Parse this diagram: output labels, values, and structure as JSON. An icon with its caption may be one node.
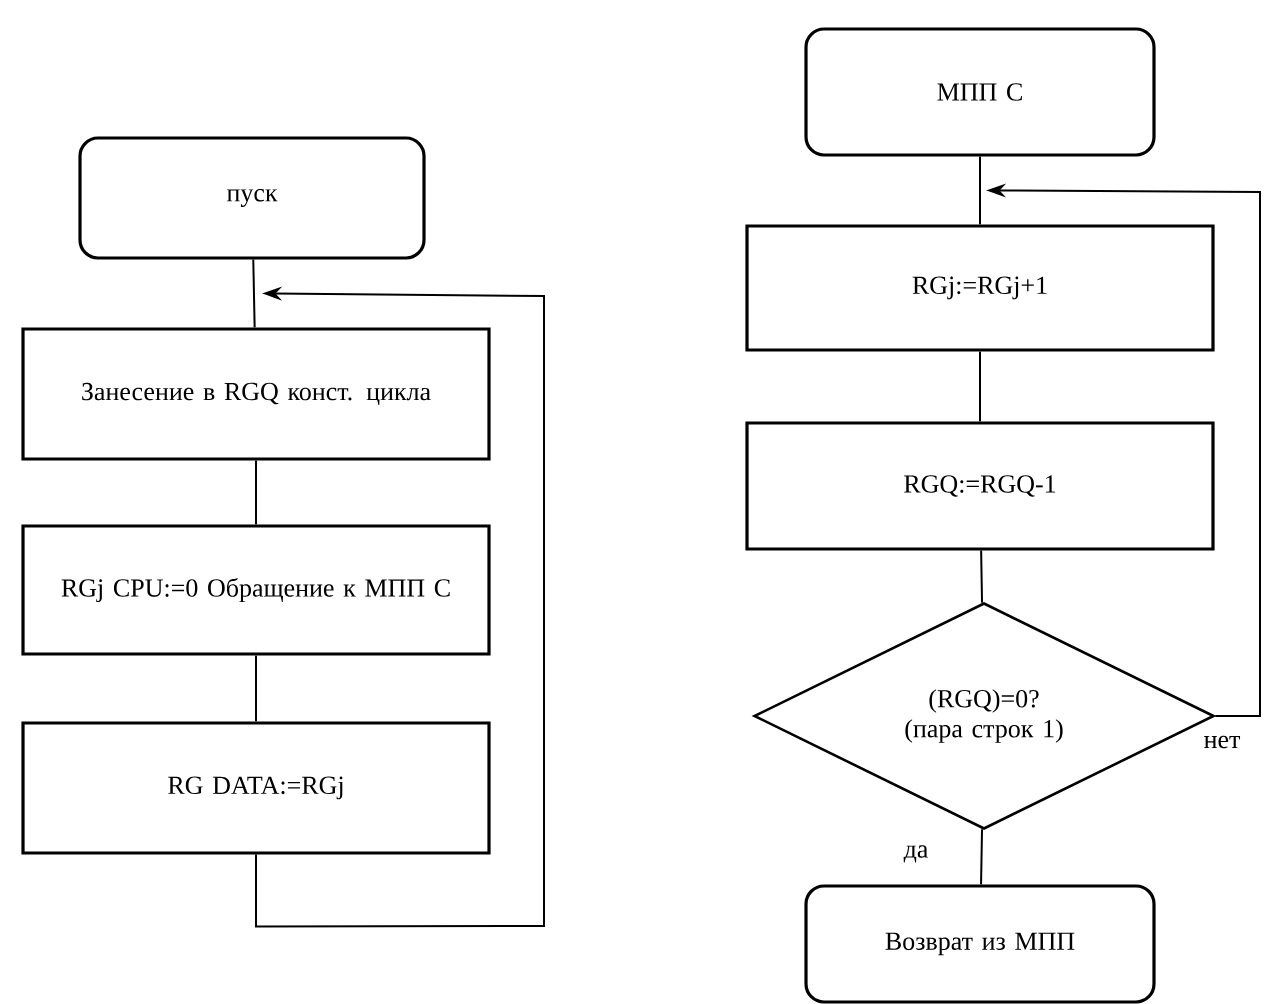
{
  "diagram": {
    "nodes": [
      {
        "text": [
          "пуск"
        ]
      },
      {
        "text": [
          "Занесение в RGQ конст. цикла"
        ]
      },
      {
        "text": [
          "RGj CPU:=0 Обращение к МПП С"
        ]
      },
      {
        "text": [
          "RG DATA:=RGj"
        ]
      },
      {
        "text": [
          "МПП С"
        ]
      },
      {
        "text": [
          "RGj:=RGj+1"
        ]
      },
      {
        "text": [
          "RGQ:=RGQ-1"
        ]
      },
      {
        "text": [
          "(RGQ)=0? (пара строк 1)"
        ]
      },
      {
        "text": [
          "Возврат из МПП"
        ]
      }
    ],
    "edges": [
      {
        "from": 0,
        "to": 1,
        "arrow": "none"
      },
      {
        "from": 1,
        "to": 2,
        "arrow": "none"
      },
      {
        "from": 2,
        "to": 3,
        "arrow": "none"
      },
      {
        "from": 3,
        "to": 1,
        "arrow": "to"
      },
      {
        "from": 4,
        "to": 5,
        "arrow": "none"
      },
      {
        "from": 5,
        "to": 6,
        "arrow": "none"
      },
      {
        "from": 6,
        "to": 7,
        "arrow": "none"
      },
      {
        "from": 7,
        "to": 5,
        "arrow": "to",
        "label": "нет"
      },
      {
        "from": 7,
        "to": 8,
        "arrow": "none",
        "label": "да"
      }
    ]
  }
}
